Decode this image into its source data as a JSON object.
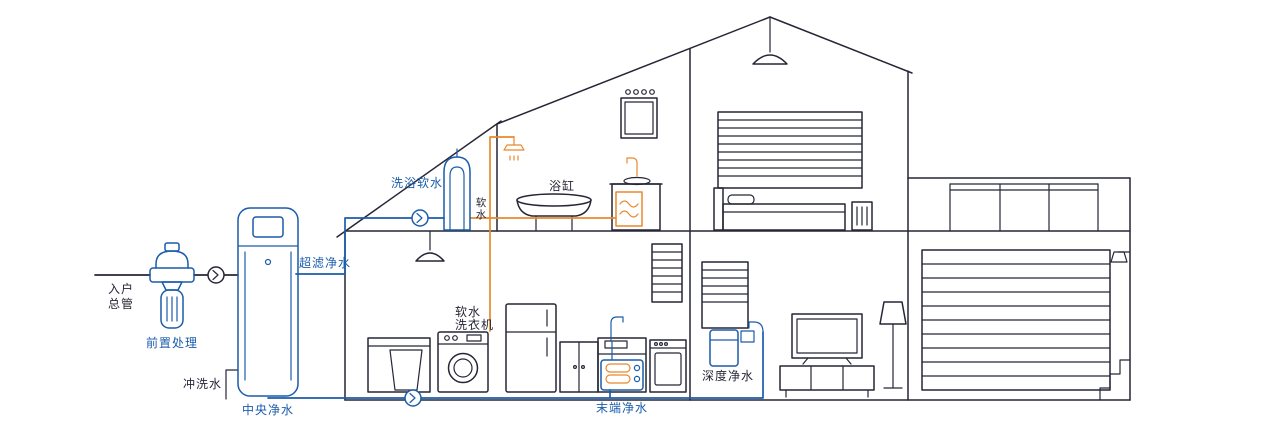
{
  "diagram_type": "whole-house-water-purification-cutaway",
  "colors": {
    "outline": "#262637",
    "device_blue": "#1b5cab",
    "pipe_orange": "#e8892e",
    "background": "#ffffff"
  },
  "icons": {
    "flow_arrow": "chevron-right-in-circle"
  },
  "labels": {
    "inlet_main_line1": "入户",
    "inlet_main_line2": "总管",
    "pre_treatment": "前置处理",
    "flush_water": "冲洗水",
    "central_purifier": "中央净水",
    "ultrafiltration": "超滤净水",
    "bath_softener": "洗浴软水",
    "soft_water_line1": "软",
    "soft_water_line2": "水",
    "bathtub": "浴缸",
    "soft_washer_line1": "软水",
    "soft_washer_line2": "洗衣机",
    "terminal_purifier": "末端净水",
    "deep_purifier": "深度净水"
  }
}
